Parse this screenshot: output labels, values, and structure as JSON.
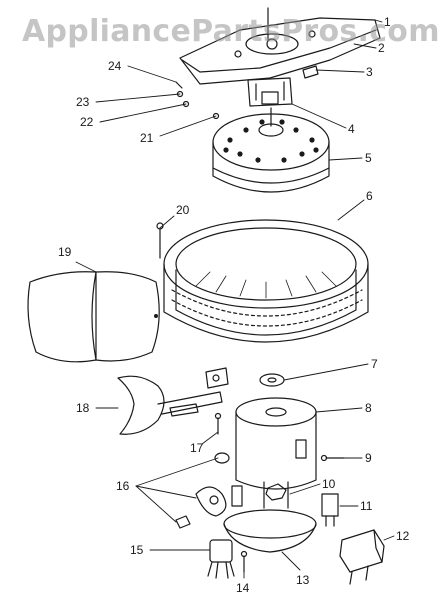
{
  "watermark": "AppliancePartsPros.com",
  "colors": {
    "ink": "#1a1a1a",
    "paper": "#ffffff",
    "watermark": "#969696"
  },
  "callouts": [
    "1",
    "2",
    "3",
    "4",
    "5",
    "6",
    "7",
    "8",
    "9",
    "10",
    "11",
    "12",
    "13",
    "14",
    "15",
    "16",
    "17",
    "18",
    "19",
    "20",
    "21",
    "22",
    "23",
    "24"
  ]
}
